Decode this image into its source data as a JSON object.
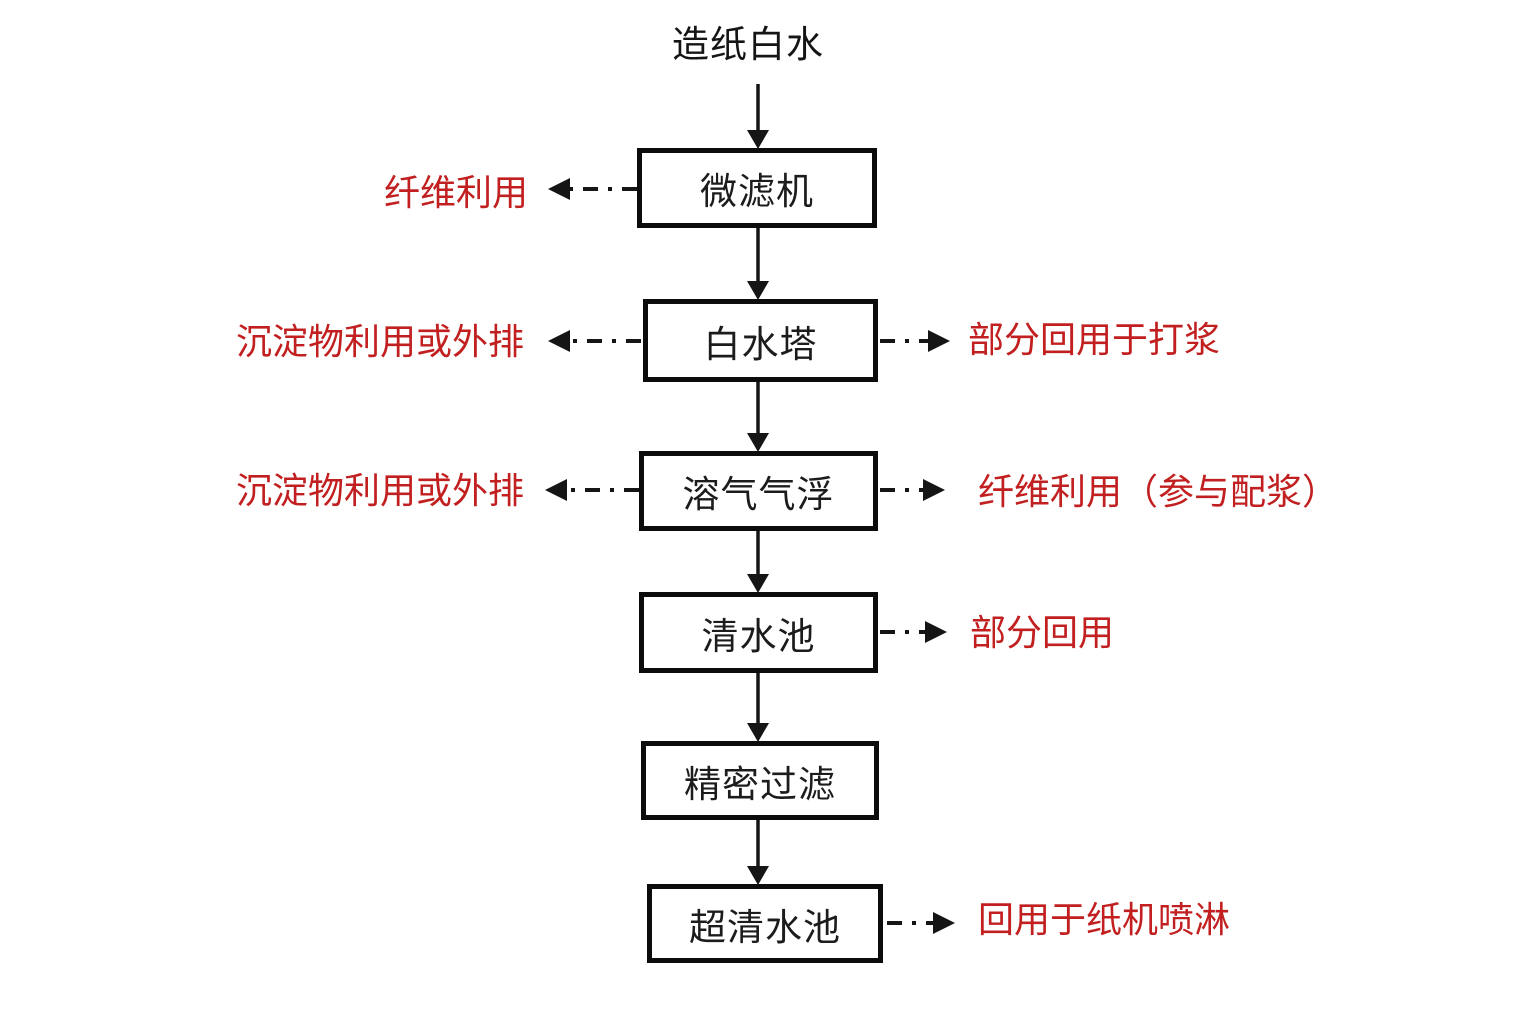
{
  "title": "造纸白水",
  "colors": {
    "label_red": "#c22020",
    "line_black": "#151515",
    "background": "#ffffff"
  },
  "nodes": [
    {
      "id": "microfilter",
      "label": "微滤机"
    },
    {
      "id": "white-water-tower",
      "label": "白水塔"
    },
    {
      "id": "dissolved-air-flotation",
      "label": "溶气气浮"
    },
    {
      "id": "clear-water-tank",
      "label": "清水池"
    },
    {
      "id": "precision-filtration",
      "label": "精密过滤"
    },
    {
      "id": "ultra-clear-water-tank",
      "label": "超清水池"
    }
  ],
  "side_labels": {
    "left": [
      {
        "text": "纤维利用",
        "attached_to": "微滤机"
      },
      {
        "text": "沉淀物利用或外排",
        "attached_to": "白水塔"
      },
      {
        "text": "沉淀物利用或外排",
        "attached_to": "溶气气浮"
      }
    ],
    "right": [
      {
        "text": "部分回用于打浆",
        "attached_to": "白水塔"
      },
      {
        "text": "纤维利用（参与配浆）",
        "attached_to": "溶气气浮"
      },
      {
        "text": "部分回用",
        "attached_to": "清水池"
      },
      {
        "text": "回用于纸机喷淋",
        "attached_to": "超清水池"
      }
    ]
  }
}
